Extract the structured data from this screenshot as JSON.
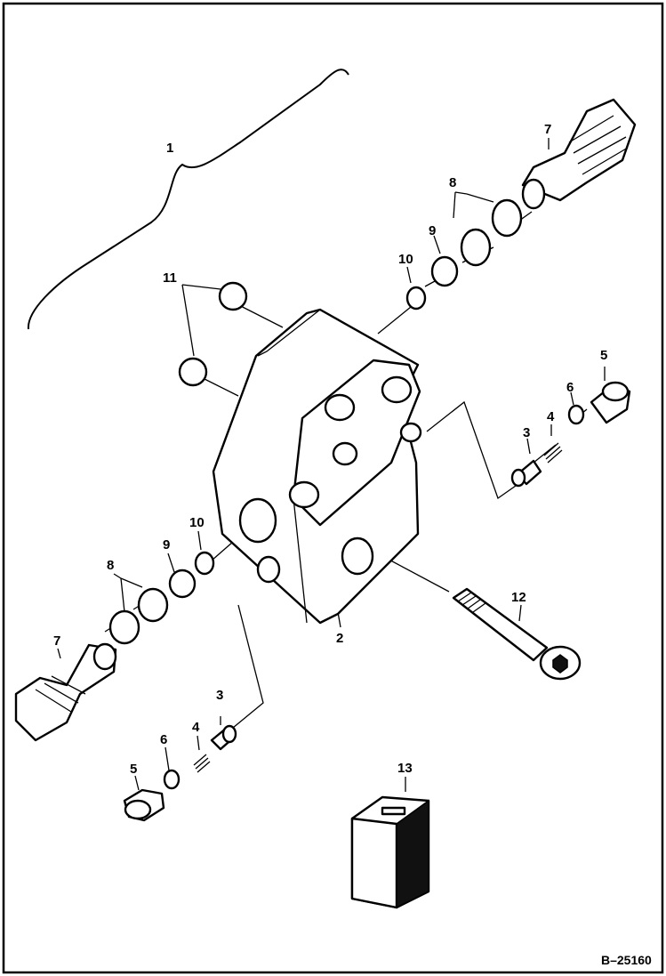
{
  "figure_id": "B–25160",
  "callouts": {
    "c1": "1",
    "c2": "2",
    "c3a": "3",
    "c3b": "3",
    "c4a": "4",
    "c4b": "4",
    "c5a": "5",
    "c5b": "5",
    "c6a": "6",
    "c6b": "6",
    "c7a": "7",
    "c7b": "7",
    "c8a": "8",
    "c8b": "8",
    "c9a": "9",
    "c9b": "9",
    "c10a": "10",
    "c10b": "10",
    "c11": "11",
    "c12": "12",
    "c13": "13"
  }
}
